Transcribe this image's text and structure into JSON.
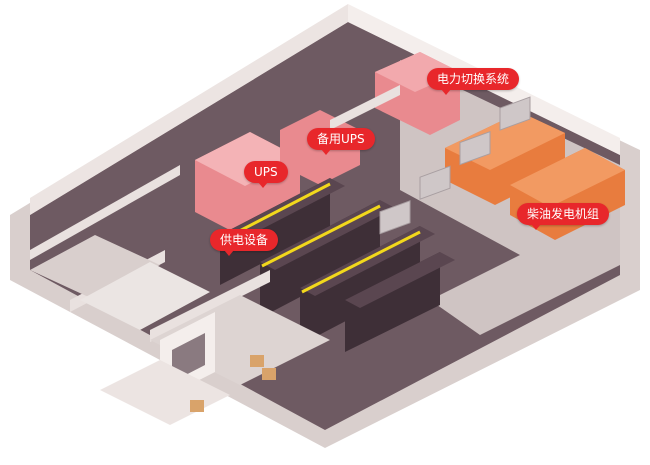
{
  "labels": {
    "power_switch_system": "电力切换系统",
    "backup_ups": "备用UPS",
    "ups": "UPS",
    "diesel_generator_set": "柴油发电机组",
    "power_supply_equipment": "供电设备"
  },
  "colors": {
    "label_bg": "#e8272b",
    "label_text": "#ffffff",
    "floor": "#6e5a62",
    "wall": "#e9e1df",
    "server_rack": "#3e2f37",
    "equipment_pink": "#e98a8f",
    "generator_orange": "#e87c3e",
    "cable_tray": "#f2d81c"
  }
}
